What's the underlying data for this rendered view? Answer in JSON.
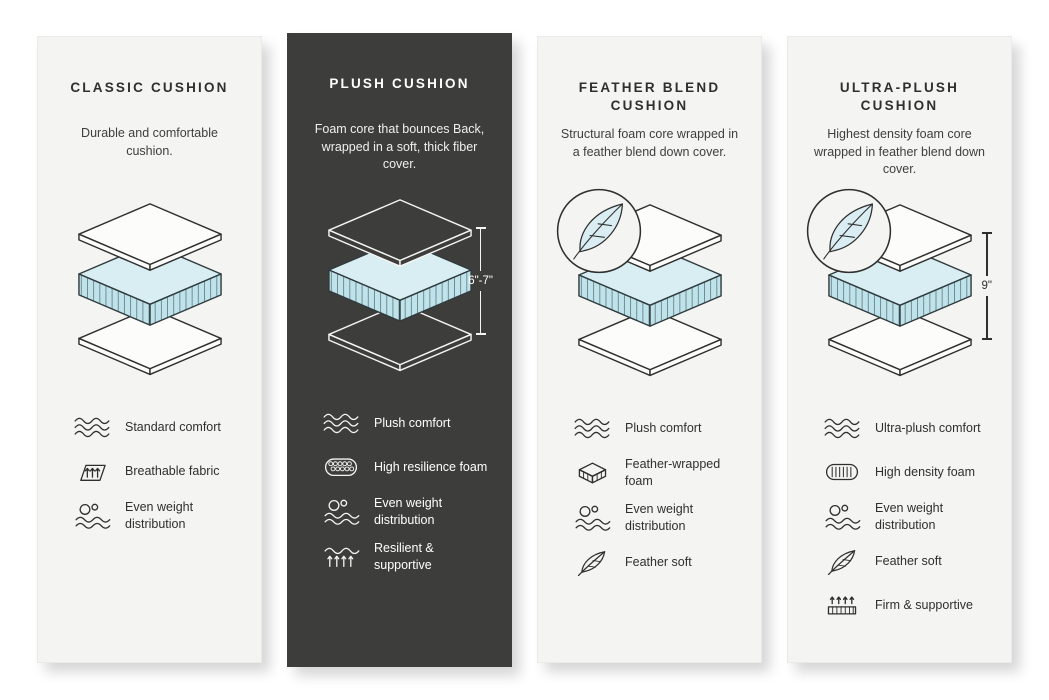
{
  "colors": {
    "page_background": "#ffffff",
    "light_card_bg": "#f4f4f2",
    "dark_card_bg": "#3d3d3b",
    "stroke_dark": "#2f2f2f",
    "foam_blue_top": "#d9eef3",
    "foam_blue_side": "#bfe3ea"
  },
  "cards": [
    {
      "id": "classic-cushion",
      "theme": "light",
      "title": "CLASSIC CUSHION",
      "description": "Durable and comfortable cushion.",
      "badge_icon": null,
      "height_label": null,
      "features": [
        {
          "icon": "waves-icon",
          "label": "Standard comfort"
        },
        {
          "icon": "breathable-fabric-icon",
          "label": "Breathable fabric"
        },
        {
          "icon": "weight-distribution-icon",
          "label": "Even weight distribution"
        }
      ]
    },
    {
      "id": "plush-cushion",
      "theme": "dark",
      "title": "PLUSH CUSHION",
      "description": "Foam core that bounces Back, wrapped in a soft, thick fiber cover.",
      "badge_icon": null,
      "height_label": "6\"-7\"",
      "features": [
        {
          "icon": "waves-icon",
          "label": "Plush comfort"
        },
        {
          "icon": "honeycomb-foam-icon",
          "label": "High resilience foam"
        },
        {
          "icon": "weight-distribution-icon",
          "label": "Even weight distribution"
        },
        {
          "icon": "resilient-supportive-icon",
          "label": "Resilient & supportive"
        }
      ]
    },
    {
      "id": "feather-blend-cushion",
      "theme": "light",
      "title": "FEATHER BLEND CUSHION",
      "description": "Structural foam core wrapped in a feather blend down cover.",
      "badge_icon": "feather-icon",
      "height_label": null,
      "features": [
        {
          "icon": "waves-icon",
          "label": "Plush comfort"
        },
        {
          "icon": "foam-block-icon",
          "label": "Feather-wrapped foam"
        },
        {
          "icon": "weight-distribution-icon",
          "label": "Even weight distribution"
        },
        {
          "icon": "feather-icon",
          "label": "Feather soft"
        }
      ]
    },
    {
      "id": "ultra-plush-cushion",
      "theme": "light",
      "title": "ULTRA-PLUSH CUSHION",
      "description": "Highest density foam core wrapped in feather blend down cover.",
      "badge_icon": "feather-icon",
      "height_label": "9\"",
      "features": [
        {
          "icon": "waves-icon",
          "label": "Ultra-plush comfort"
        },
        {
          "icon": "density-foam-icon",
          "label": "High density foam"
        },
        {
          "icon": "weight-distribution-icon",
          "label": "Even weight distribution"
        },
        {
          "icon": "feather-icon",
          "label": "Feather soft"
        },
        {
          "icon": "firm-supportive-icon",
          "label": "Firm & supportive"
        }
      ]
    }
  ]
}
